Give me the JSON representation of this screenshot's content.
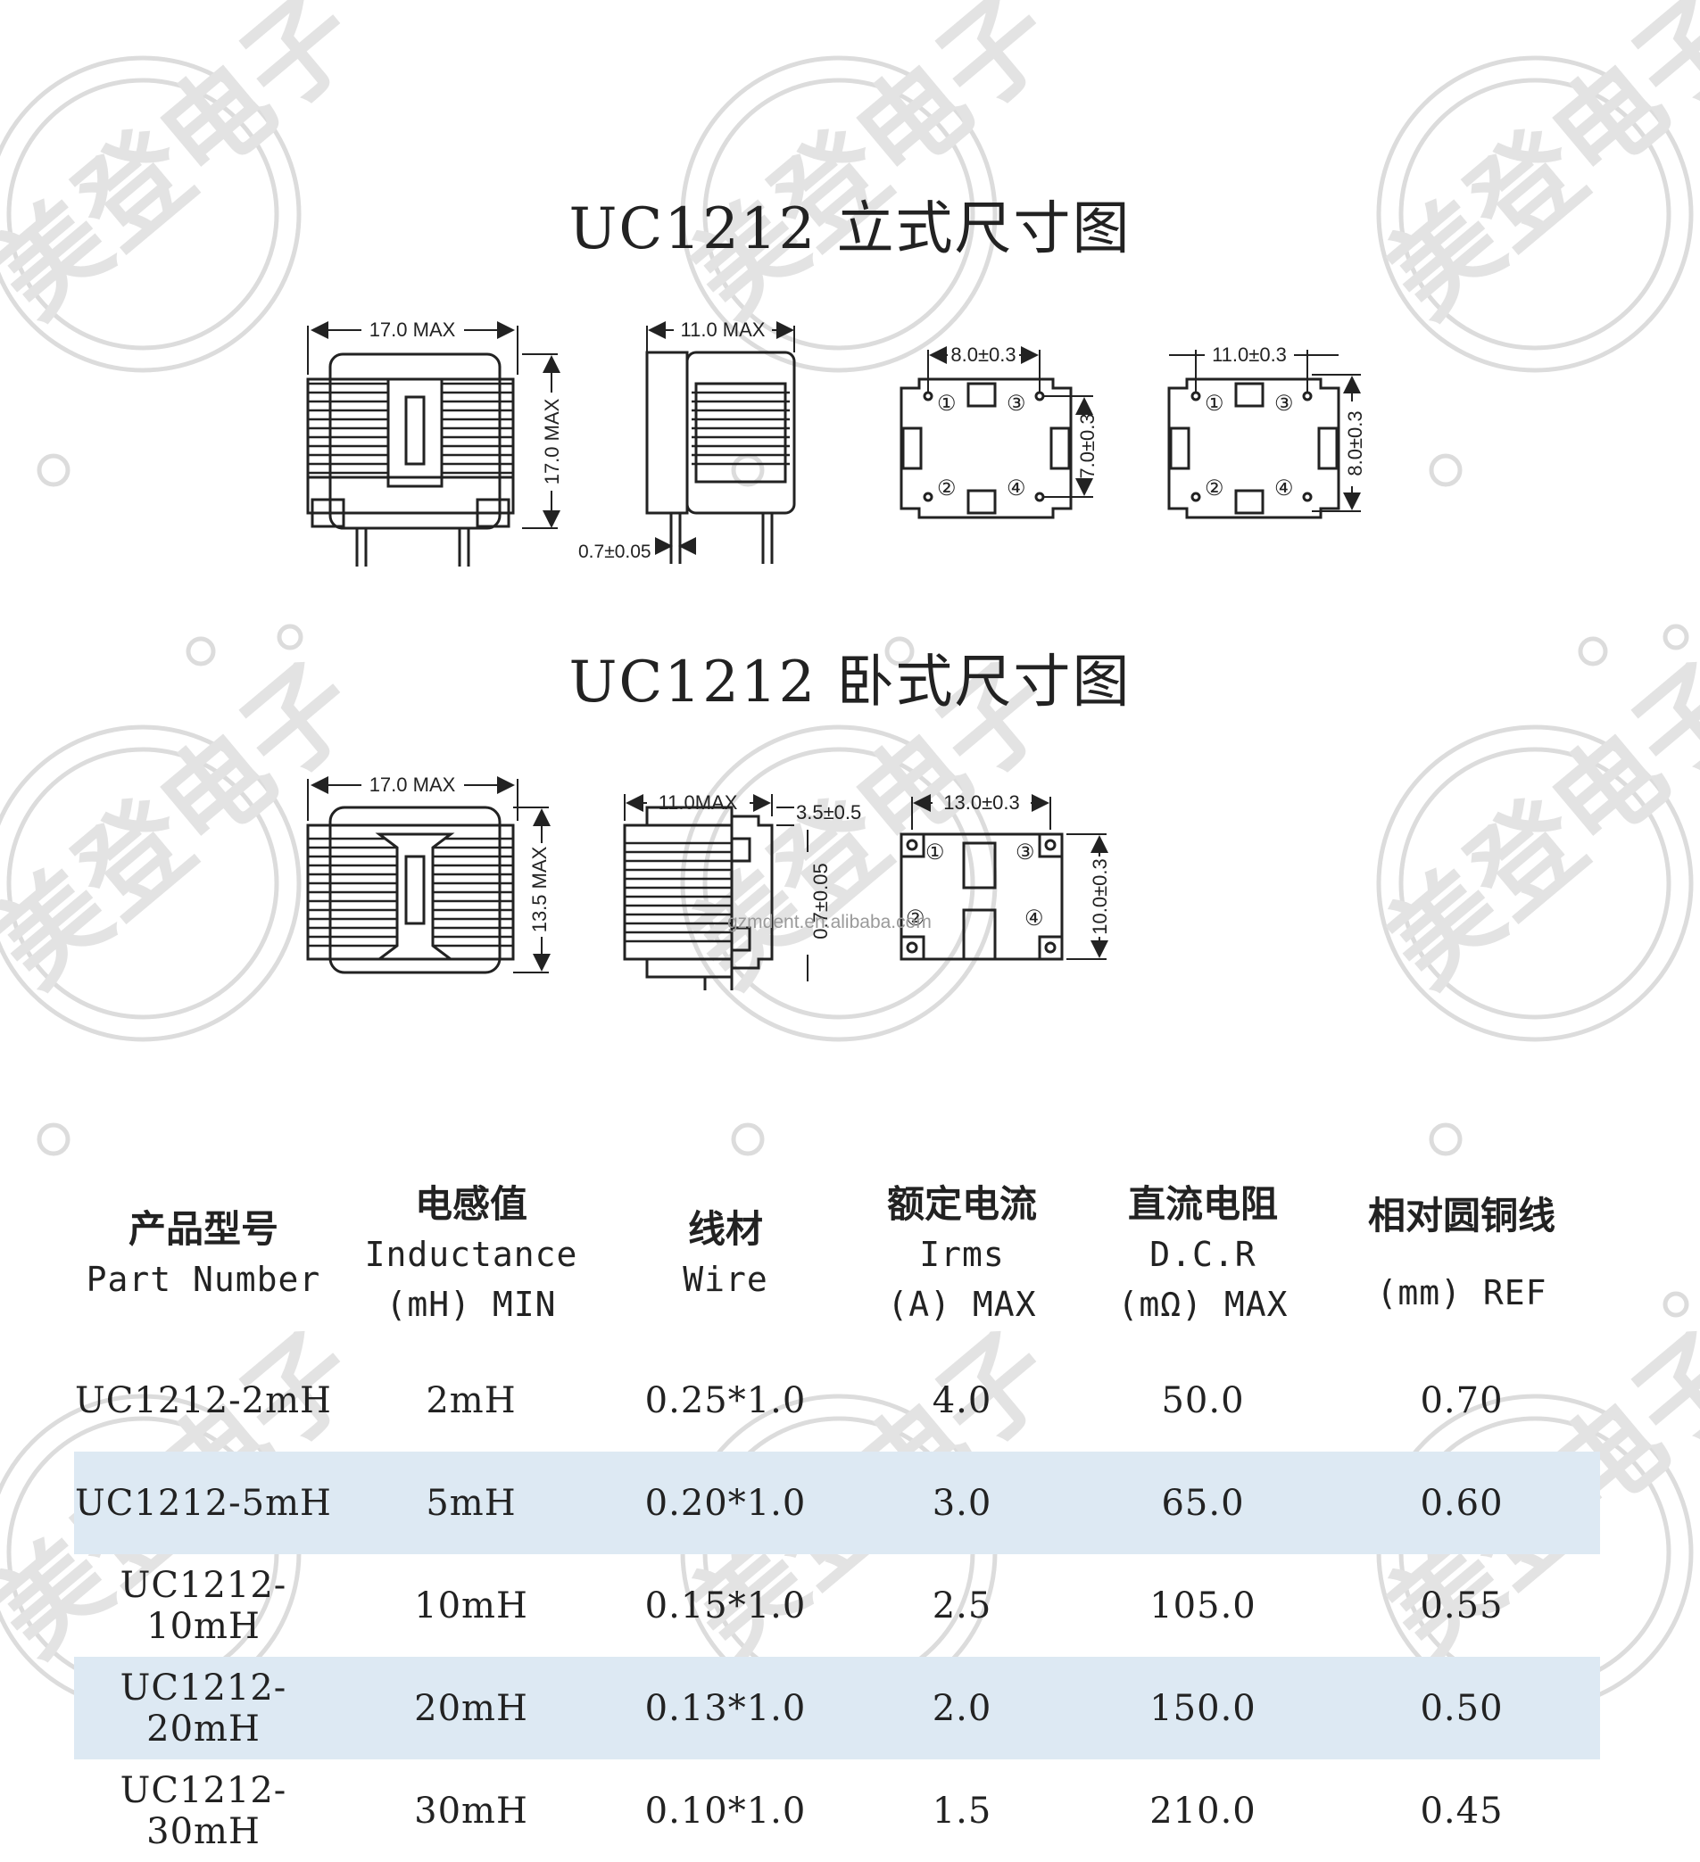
{
  "colors": {
    "row_shade": "#dde9f3",
    "line": "#222222",
    "watermark": "#d9d9d9"
  },
  "watermark_text": "美登电子",
  "sections": {
    "vertical": {
      "title": "UC1212 立式尺寸图",
      "dims": {
        "front_width": "17.0 MAX",
        "front_height": "17.0 MAX",
        "side_width": "11.0 MAX",
        "pin_diameter": "0.7±0.05",
        "pad_a_width": "8.0±0.3",
        "pad_a_height": "7.0±0.3",
        "pad_b_width": "11.0±0.3",
        "pad_b_height": "8.0±0.3"
      },
      "pins": [
        "①",
        "③",
        "②",
        "④"
      ]
    },
    "horizontal": {
      "title": "UC1212 卧式尺寸图",
      "dims": {
        "front_width": "17.0 MAX",
        "front_height": "13.5 MAX",
        "side_width": "11.0MAX",
        "side_offset": "3.5±0.5",
        "pin_diameter": "0.7±0.05",
        "pad_width": "13.0±0.3",
        "pad_height": "10.0±0.3"
      },
      "pins": [
        "①",
        "③",
        "②",
        "④"
      ],
      "url_watermark": "gzmdent.en.alibaba.com"
    }
  },
  "table": {
    "headers": [
      {
        "cn": "产品型号",
        "en1": "Part Number",
        "en2": ""
      },
      {
        "cn": "电感值",
        "en1": "Inductance",
        "en2": "(mH) MIN"
      },
      {
        "cn": "线材",
        "en1": "Wire",
        "en2": ""
      },
      {
        "cn": "额定电流",
        "en1": "Irms",
        "en2": "(A) MAX"
      },
      {
        "cn": "直流电阻",
        "en1": "D.C.R",
        "en2": "(mΩ) MAX"
      },
      {
        "cn": "相对圆铜线",
        "en1": "",
        "en2": "(mm) REF"
      }
    ],
    "rows": [
      {
        "part": "UC1212-2mH",
        "ind": "2mH",
        "wire": "0.25*1.0",
        "irms": "4.0",
        "dcr": "50.0",
        "ref": "0.70"
      },
      {
        "part": "UC1212-5mH",
        "ind": "5mH",
        "wire": "0.20*1.0",
        "irms": "3.0",
        "dcr": "65.0",
        "ref": "0.60"
      },
      {
        "part": "UC1212-10mH",
        "ind": "10mH",
        "wire": "0.15*1.0",
        "irms": "2.5",
        "dcr": "105.0",
        "ref": "0.55"
      },
      {
        "part": "UC1212-20mH",
        "ind": "20mH",
        "wire": "0.13*1.0",
        "irms": "2.0",
        "dcr": "150.0",
        "ref": "0.50"
      },
      {
        "part": "UC1212-30mH",
        "ind": "30mH",
        "wire": "0.10*1.0",
        "irms": "1.5",
        "dcr": "210.0",
        "ref": "0.45"
      }
    ]
  }
}
